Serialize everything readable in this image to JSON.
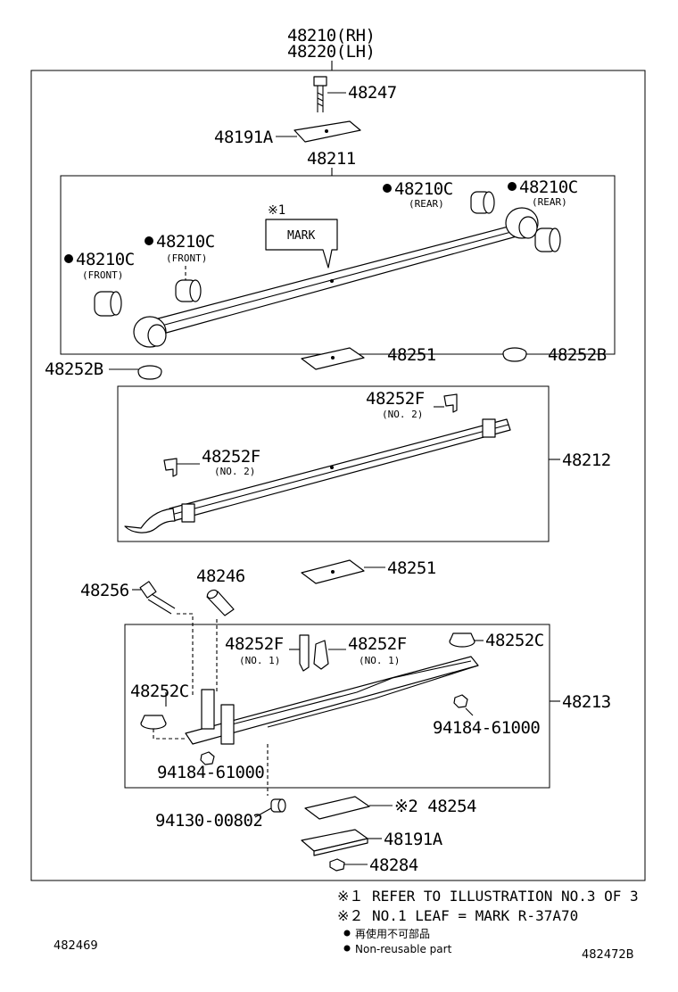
{
  "assembly": {
    "rh": "48210(RH)",
    "lh": "48220(LH)"
  },
  "labels": {
    "bolt": "48247",
    "plate_top": "48191A",
    "leaf_main": "48211",
    "bush_rear_1": "48210C",
    "bush_rear_1_note": "(REAR)",
    "bush_rear_2": "48210C",
    "bush_rear_2_note": "(REAR)",
    "bush_front_1": "48210C",
    "bush_front_1_note": "(FRONT)",
    "bush_front_2": "48210C",
    "bush_front_2_note": "(FRONT)",
    "ref_mark": "※1",
    "mark_box": "MARK",
    "insert_1": "48251",
    "pad_left": "48252B",
    "pad_right": "48252B",
    "clip_no2_a": "48252F",
    "clip_no2_a_note": "(NO. 2)",
    "clip_no2_b": "48252F",
    "clip_no2_b_note": "(NO. 2)",
    "leaf_2": "48212",
    "insert_2": "48251",
    "bolt_center": "48256",
    "pin": "48246",
    "clip_no1_a": "48252F",
    "clip_no1_a_note": "(NO. 1)",
    "clip_no1_b": "48252F",
    "clip_no1_b_note": "(NO. 1)",
    "bumper_left": "48252C",
    "bumper_right": "48252C",
    "leaf_3": "48213",
    "nut_right": "94184-61000",
    "nut_left": "94184-61000",
    "nut_center": "94130-00802",
    "seat": "※2 48254",
    "plate_bottom": "48191A",
    "nut_bottom": "48284"
  },
  "notes": {
    "note1": "※１ REFER TO ILLUSTRATION NO.3 OF 3",
    "note2": "※２ NO.1 LEAF = MARK R-37A70",
    "legend_jp": "再使用不可部品",
    "legend_en": "Non-reusable part"
  },
  "footer": {
    "left_code": "482469",
    "right_code": "482472B"
  }
}
